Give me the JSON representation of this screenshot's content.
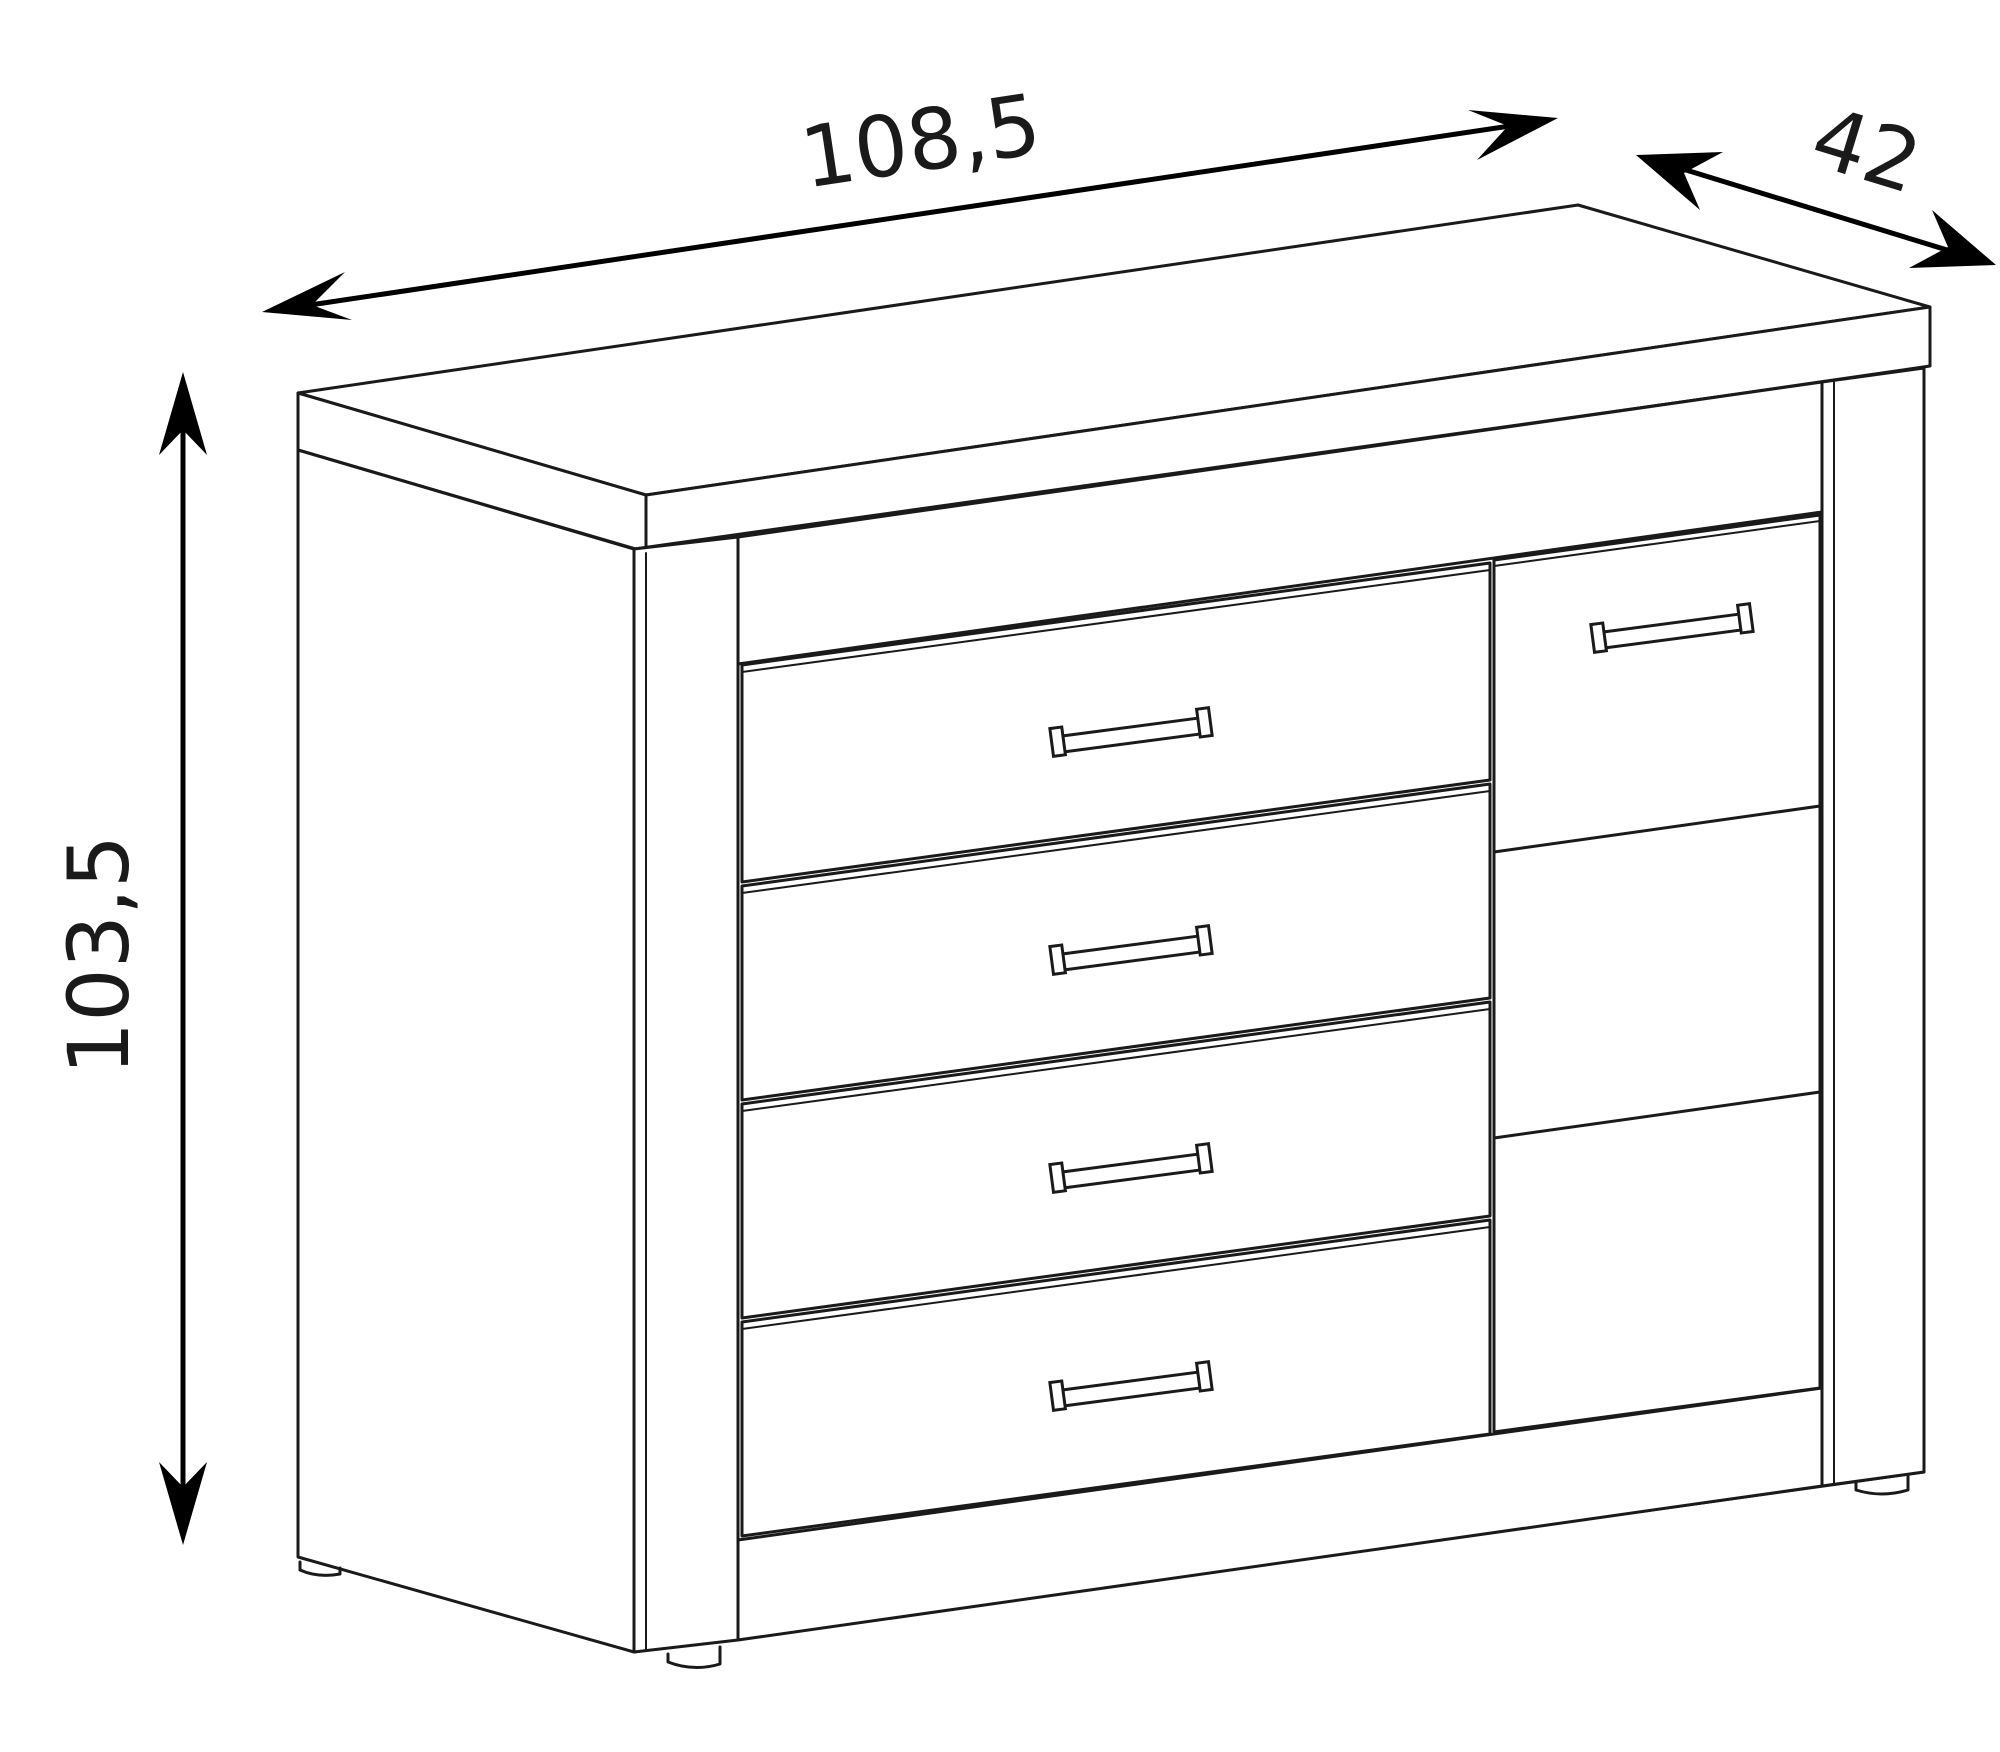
{
  "dimensions": {
    "width": "108,5",
    "depth": "42",
    "height": "103,5"
  },
  "colors": {
    "line": "#1a1a1a",
    "arrow": "#000000",
    "background": "#ffffff"
  }
}
